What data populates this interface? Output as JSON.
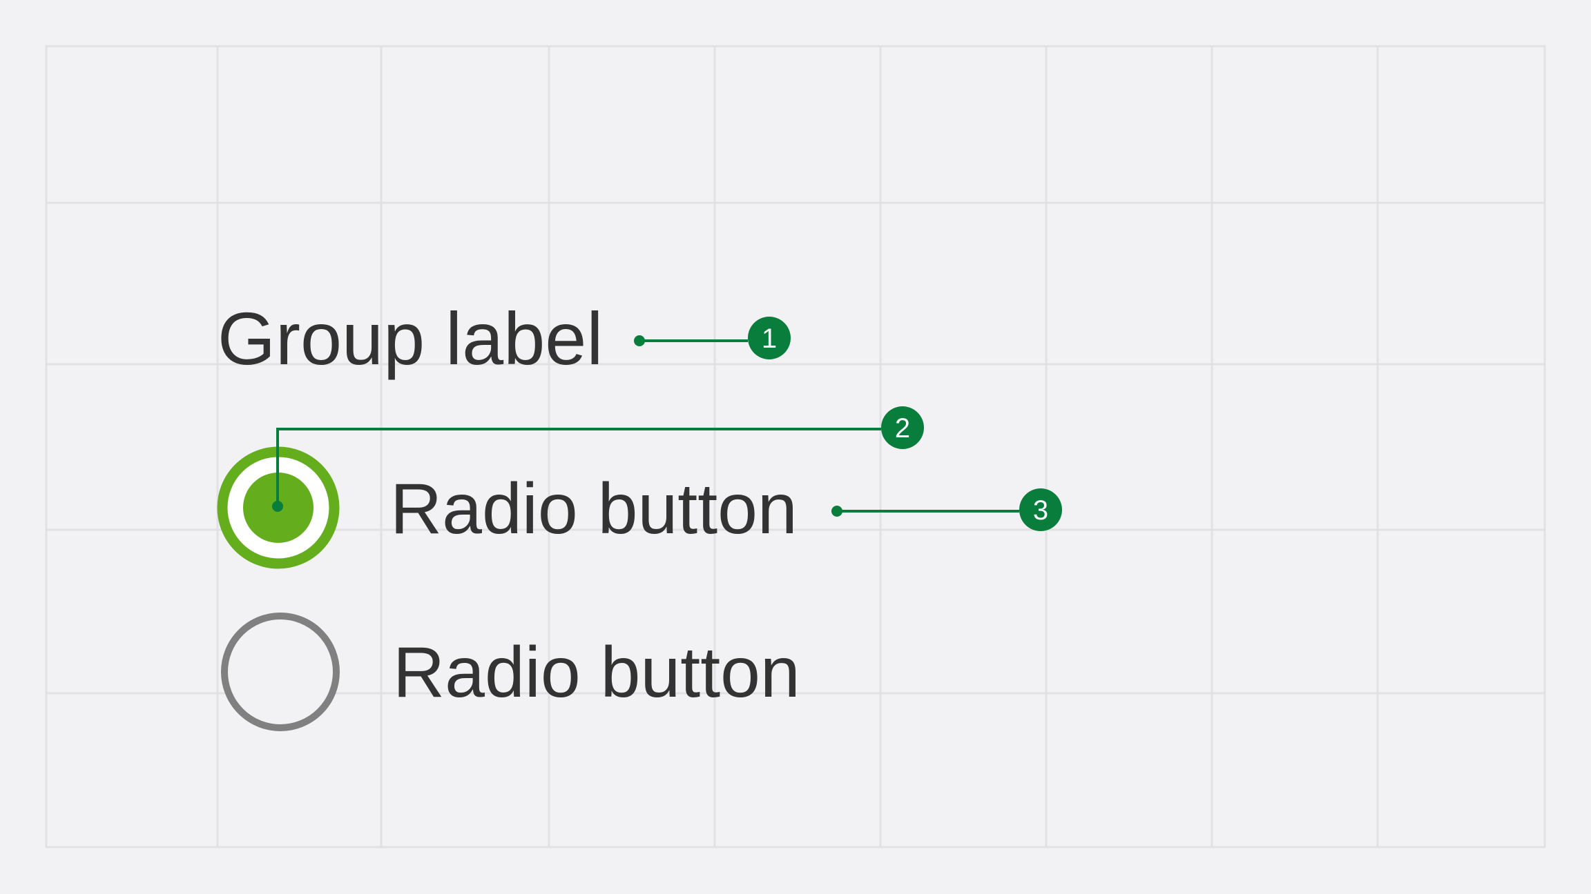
{
  "group": {
    "label": "Group label"
  },
  "options": [
    {
      "label": "Radio button",
      "selected": true
    },
    {
      "label": "Radio button",
      "selected": false
    }
  ],
  "annotations": [
    {
      "number": "1"
    },
    {
      "number": "2"
    },
    {
      "number": "3"
    }
  ],
  "colors": {
    "background": "#f2f2f4",
    "grid": "#e1e1e4",
    "text": "#333333",
    "radio_selected": "#64ae1e",
    "radio_unselected": "#808080",
    "annotation": "#087d3c"
  }
}
